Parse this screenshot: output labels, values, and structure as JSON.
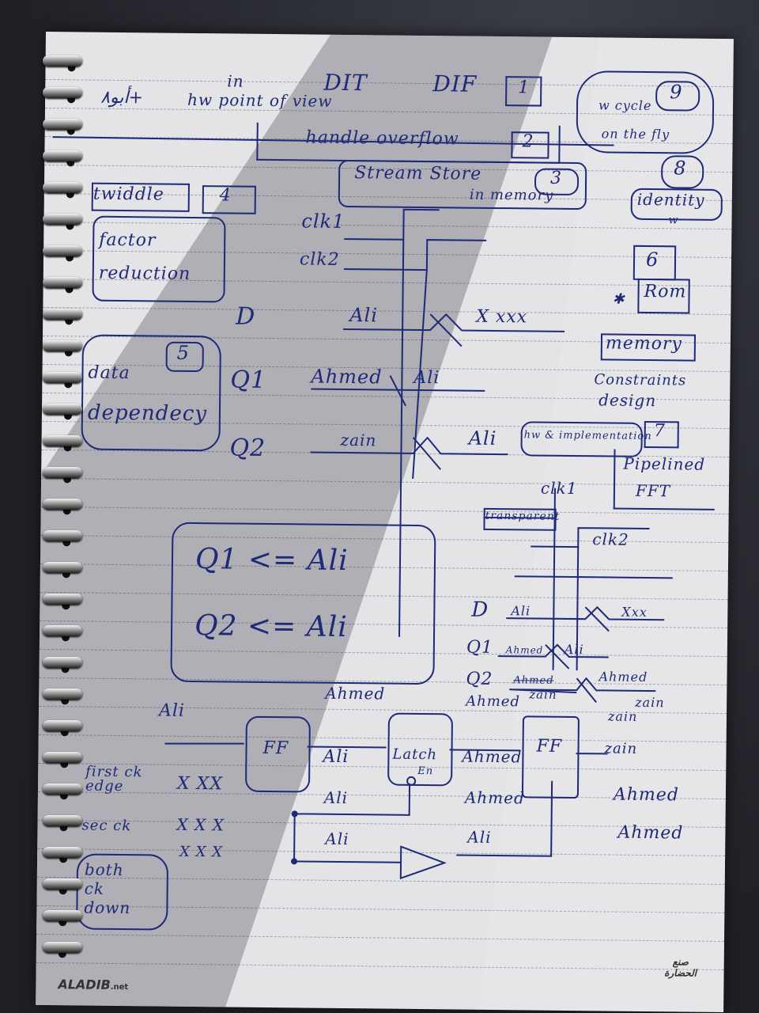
{
  "notes": {
    "header": {
      "arabic_scribble": "أبو٨+",
      "in": "in",
      "hw_point": "hw point of view",
      "dit": "DIT",
      "dif": "DIF",
      "n1": "1",
      "w_cycle": "w cycle",
      "on_the_fly": "on the fly",
      "n9": "9",
      "handle_overflow": "handle overflow",
      "n2": "2",
      "stream_store": "Stream Store",
      "in_memory": "in memory",
      "n3": "3",
      "n8": "8",
      "identity": "identity",
      "identity_w": "w"
    },
    "left": {
      "twiddle": "twiddle",
      "n4": "4",
      "factor": "factor",
      "reduction": "reduction",
      "data": "data",
      "dependecy": "dependecy",
      "n5": "5"
    },
    "right": {
      "n6": "6",
      "rom": "Rom",
      "memory": "memory",
      "constraints": "Constraints",
      "design": "design",
      "hw_impl": "hw & implementation",
      "n7": "7",
      "pipelined": "Pipelined",
      "fft": "FFT"
    },
    "timing1": {
      "clk1": "clk1",
      "clk2": "clk2",
      "d": "D",
      "q1": "Q1",
      "q2": "Q2",
      "d_a": "Ali",
      "d_b": "X xxx",
      "q1_a": "Ahmed",
      "q1_b": "Ali",
      "q2_a": "zain",
      "q2_b": "Ali"
    },
    "boxed": {
      "line1": "Q1 <= Ali",
      "line2": "Q2 <= Ali"
    },
    "timing2": {
      "clk1": "clk1",
      "transparent": "transparent",
      "clk2": "clk2",
      "d": "D",
      "q1": "Q1",
      "q2": "Q2",
      "d_a": "Ali",
      "d_b": "Xxx",
      "q1_a": "Ahmed",
      "q1_b": "Ali",
      "q2_a": "Ahmed",
      "q2_b": "Ahmed",
      "q2_c": "zain",
      "q2_d": "Ahmed",
      "r1": "zain",
      "r2": "zain",
      "r3": "zain",
      "r4": "Ahmed",
      "r5": "Ahmed"
    },
    "circuit": {
      "ali_top": "Ali",
      "ahmed_top": "Ahmed",
      "ff1": "FF",
      "latch": "Latch",
      "en": "En",
      "ff2": "FF",
      "ali_mid": "Ali",
      "ahmed_mid": "Ahmed",
      "row1_label": "first ck edge",
      "row1_x": "X XX",
      "row1_a": "Ali",
      "row1_b": "Ahmed",
      "row2_label": "sec ck",
      "row2_x": "X X X",
      "row2_a": "Ali",
      "row2_b": "Ali",
      "row3_x": "X X X",
      "both": "both ck down"
    },
    "watermark": {
      "brand": "ALADIB",
      "suffix": ".net",
      "corner_arabic": "صنع الحضارة"
    }
  }
}
